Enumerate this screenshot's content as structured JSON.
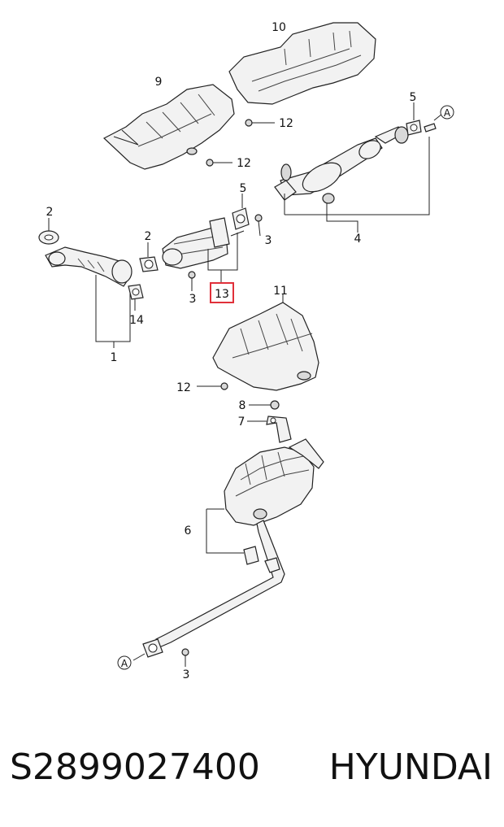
{
  "callouts": {
    "c10": "10",
    "c9": "9",
    "c12a": "12",
    "c12b": "12",
    "c5a": "5",
    "cAa": "A",
    "c2a": "2",
    "c5b": "5",
    "c2b": "2",
    "c3a": "3",
    "c4": "4",
    "c13": "13",
    "c3b": "3",
    "c14": "14",
    "c1": "1",
    "c11": "11",
    "c12c": "12",
    "c8": "8",
    "c7": "7",
    "c6": "6",
    "cAb": "A",
    "c3c": "3"
  },
  "highlight_color": "#e0303a",
  "footer": {
    "part_number": "S2899027400",
    "brand": "HYUNDAI"
  }
}
